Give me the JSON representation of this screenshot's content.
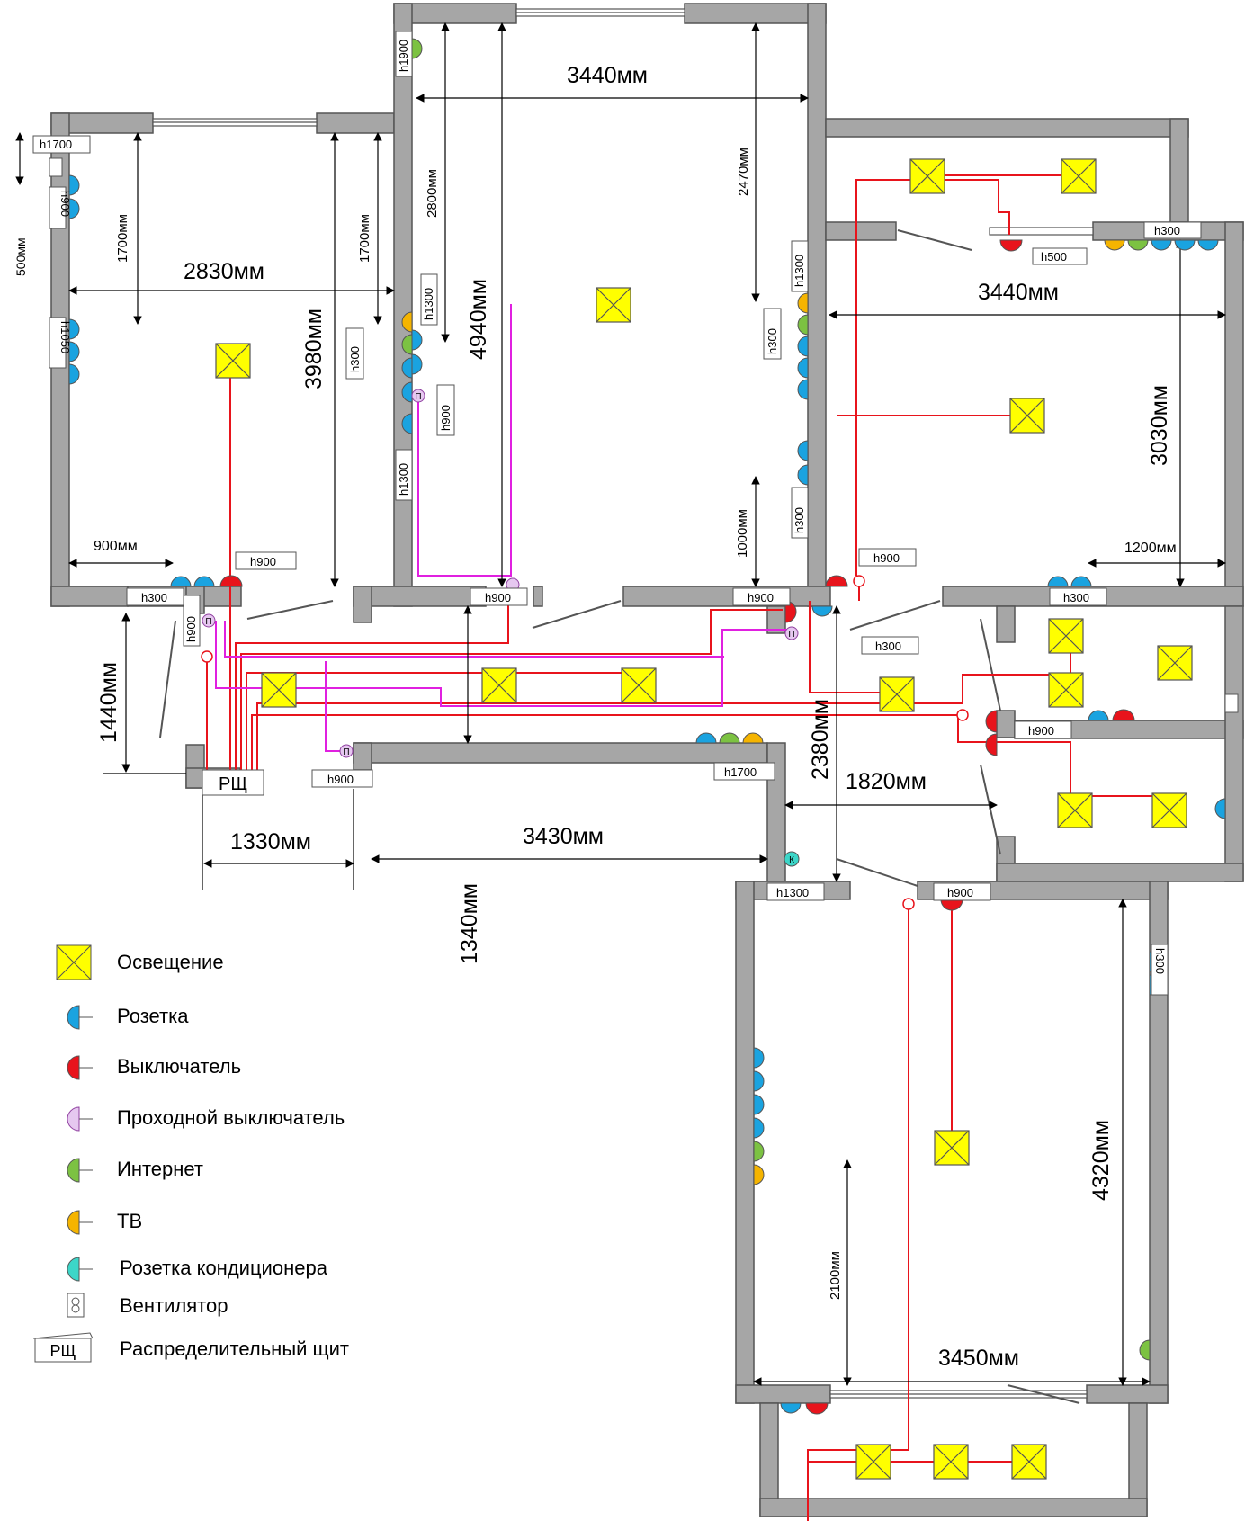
{
  "dimensions": {
    "top_room_width": "3440мм",
    "left_room_width": "2830мм",
    "left_room_height": "3980мм",
    "left_wall_1700_a": "1700мм",
    "left_wall_1700_b": "1700мм",
    "left_500": "500мм",
    "left_900": "900мм",
    "hall_1440": "1440мм",
    "center_room_height": "4940мм",
    "center_2800": "2800мм",
    "center_2470": "2470мм",
    "center_1000": "1000мм",
    "right_room_width": "3440мм",
    "right_room_height": "3030мм",
    "right_1200": "1200мм",
    "corridor_2380": "2380мм",
    "corridor_1820": "1820мм",
    "hall_1330": "1330мм",
    "hall_3430": "3430мм",
    "hall_1340": "1340мм",
    "bottom_room_width": "3450мм",
    "bottom_room_height": "4320мм",
    "bottom_2100": "2100мм"
  },
  "height_tags": {
    "h1700_tl": "h1700",
    "h900_v_left": "h900",
    "h1050": "h1050",
    "h1900": "h1900",
    "h1300_c1": "h1300",
    "h300_c": "h300",
    "h900_c": "h900",
    "h1300_c2": "h1300",
    "h1300_r": "h1300",
    "h300_r1": "h300",
    "h300_r2": "h300",
    "h500": "h500",
    "h300_top": "h300",
    "h900_left_wall": "h900",
    "h300_left_wall": "h300",
    "h900_center_wall": "h900",
    "h900_door": "h900",
    "h900_right_room": "h900",
    "h300_right_wall": "h300",
    "h300_hall": "h300",
    "h900_corr_left": "h900",
    "h900_hall_bottom": "h900",
    "h1700_hall": "h1700",
    "h900_bath": "h900",
    "h1300_bottom": "h1300",
    "h900_bottom": "h900",
    "h300_bottom_right": "h300"
  },
  "labels": {
    "panel": "РЩ",
    "pass_switch_letter": "П",
    "ac_letter": "К"
  },
  "legend": [
    {
      "icon": "light-icon",
      "label": "Освещение"
    },
    {
      "icon": "socket-icon",
      "label": "Розетка"
    },
    {
      "icon": "switch-icon",
      "label": "Выключатель"
    },
    {
      "icon": "pass-switch-icon",
      "label": "Проходной выключатель"
    },
    {
      "icon": "internet-icon",
      "label": "Интернет"
    },
    {
      "icon": "tv-icon",
      "label": "ТВ"
    },
    {
      "icon": "ac-socket-icon",
      "label": "Розетка кондиционера"
    },
    {
      "icon": "fan-icon",
      "label": "Вентилятор"
    },
    {
      "icon": "panel-icon",
      "label": "Распределительный щит"
    }
  ],
  "colors": {
    "wall": "#a6a6a6",
    "wall_stroke": "#555555",
    "light": "#ffff00",
    "socket": "#1aa3e0",
    "switch": "#e8141c",
    "pass_switch": "#e6c8f0",
    "internet": "#7cc242",
    "tv": "#f5b400",
    "ac": "#3cd6c8",
    "wire_red": "#e8141c",
    "wire_magenta": "#e020e0"
  }
}
